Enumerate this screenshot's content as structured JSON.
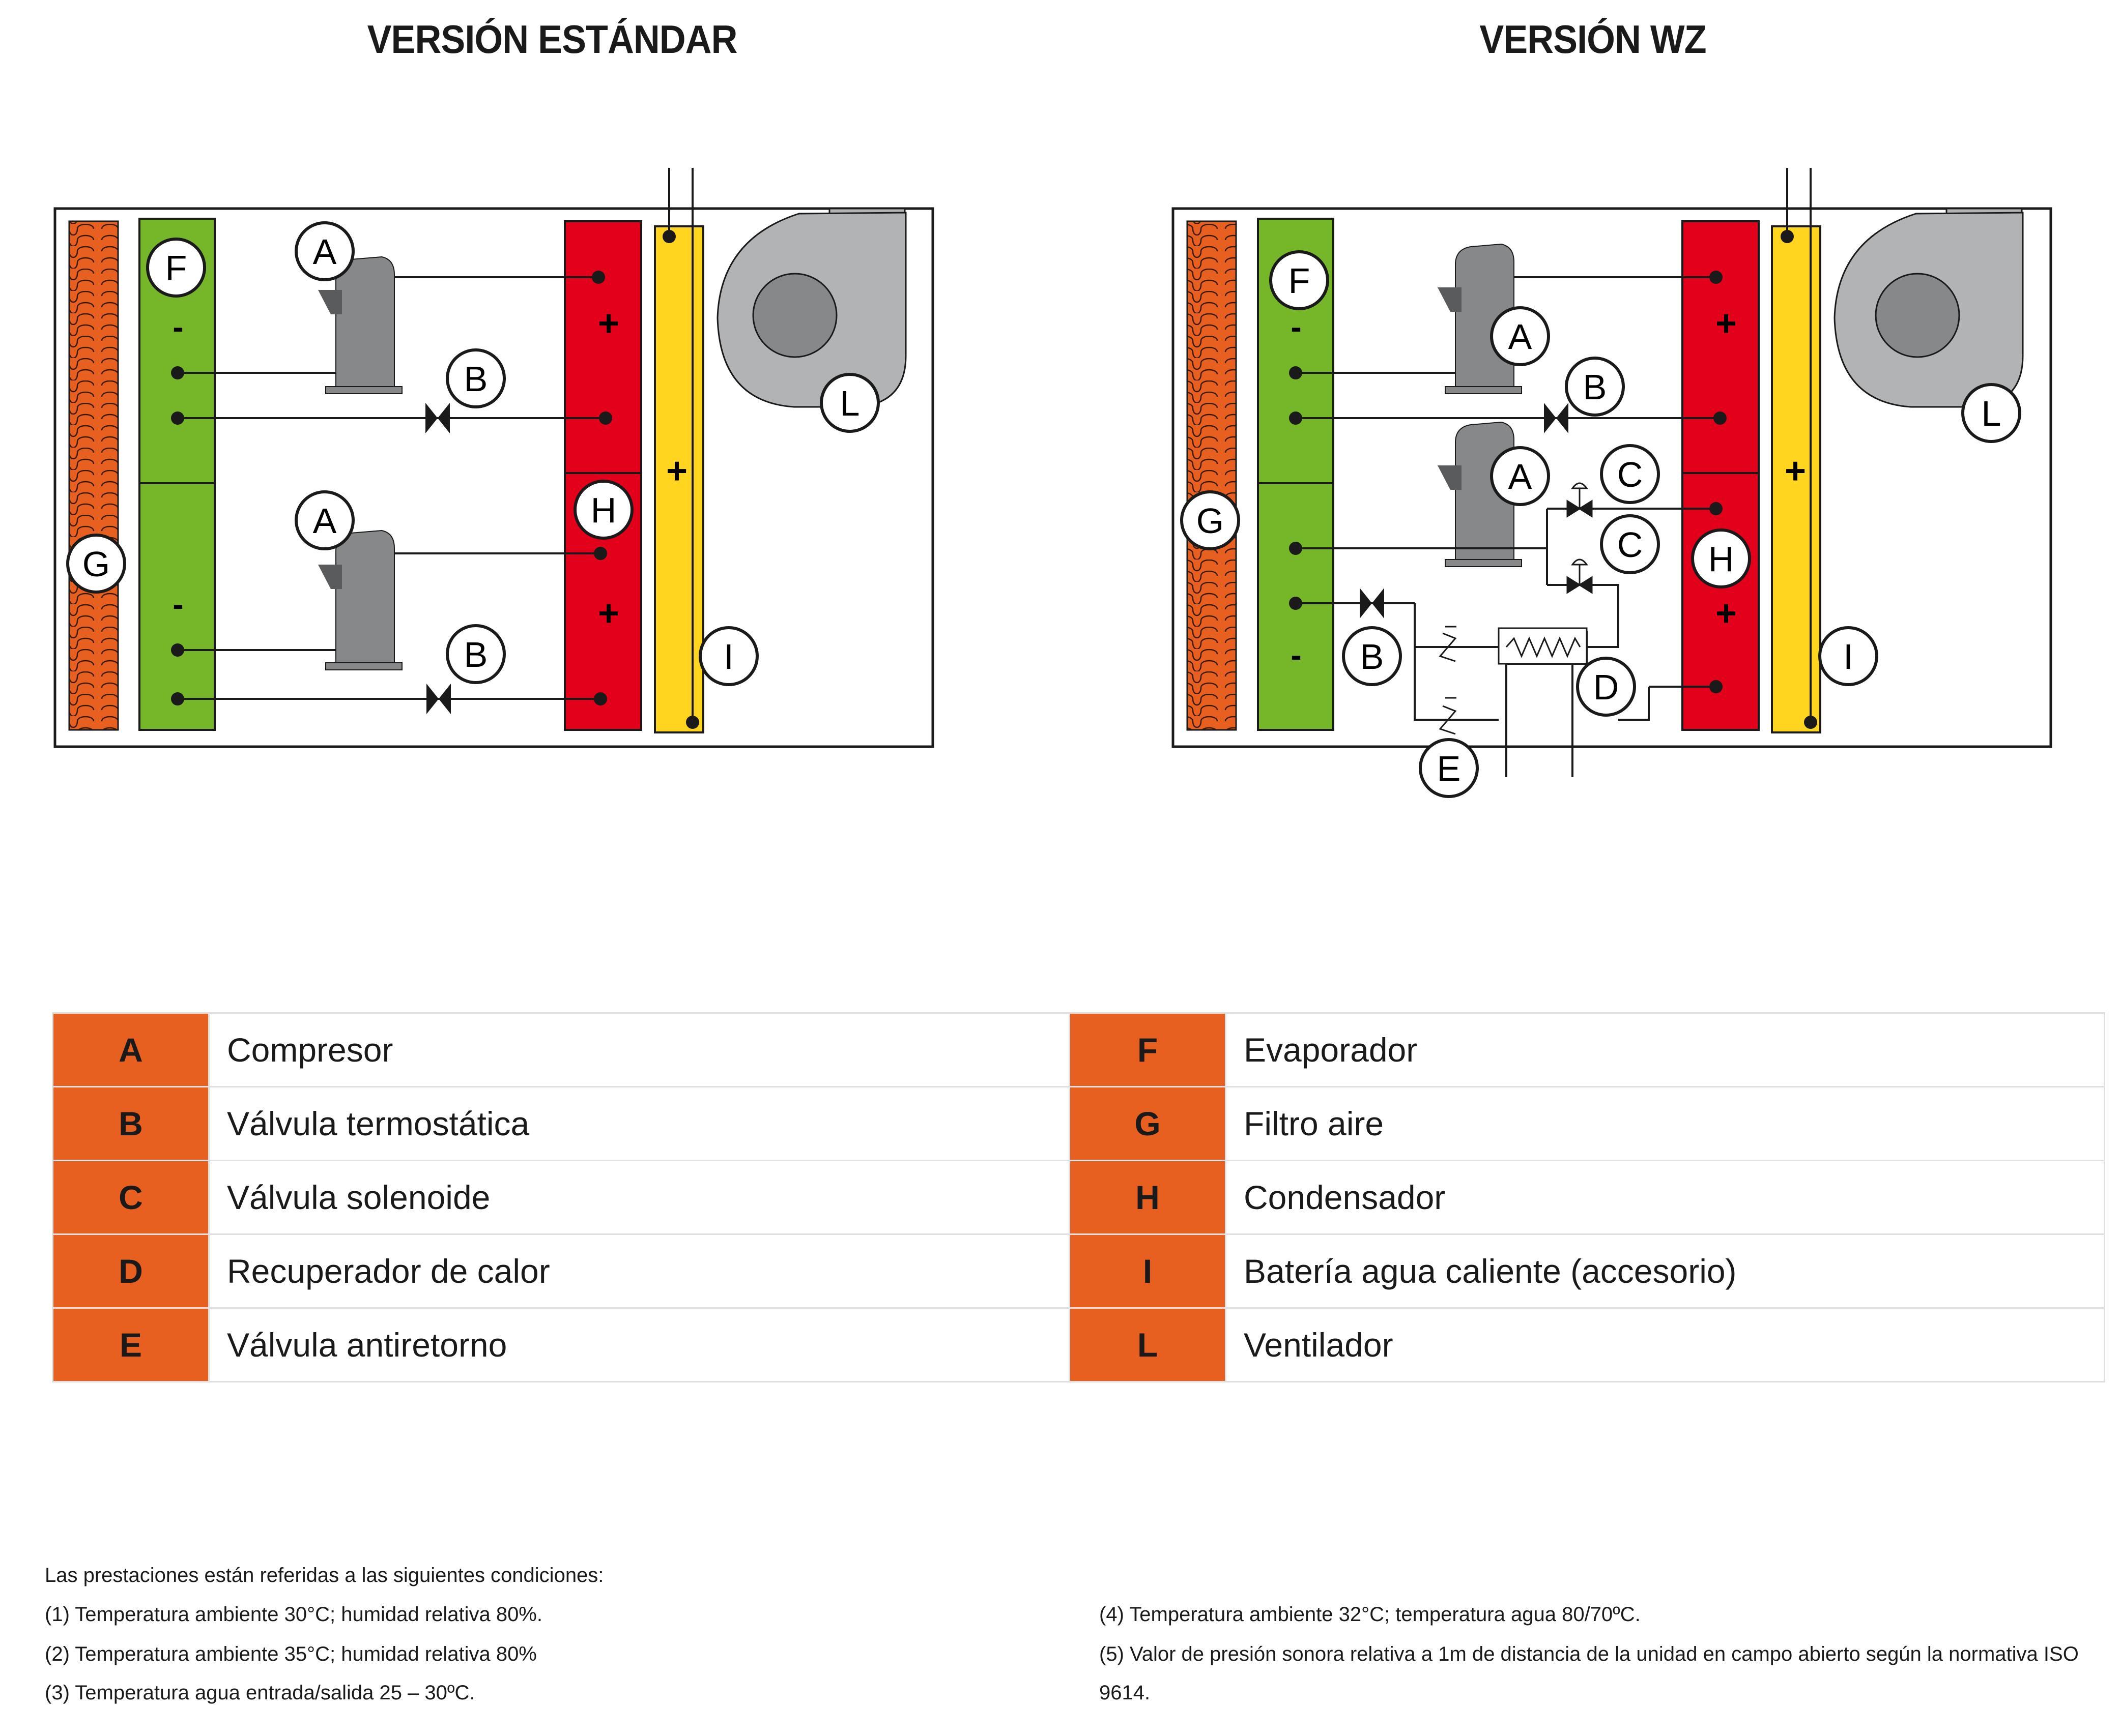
{
  "titles": {
    "standard": "VERSIÓN ESTÁNDAR",
    "wz": "VERSIÓN WZ"
  },
  "diagram_labels": {
    "A": "A",
    "B": "B",
    "C": "C",
    "D": "D",
    "E": "E",
    "F": "F",
    "G": "G",
    "H": "H",
    "I": "I",
    "L": "L",
    "plus": "+",
    "minus": "-"
  },
  "colors": {
    "filter": "#e8601f",
    "evaporator": "#76b72a",
    "condenser": "#e2001a",
    "water_coil": "#ffd51f",
    "fan": "#b1b3b4",
    "compressor": "#87888a",
    "legend_key": "#e8601f"
  },
  "legend": [
    {
      "letter": "A",
      "text": "Compresor"
    },
    {
      "letter": "B",
      "text": "Válvula termostática"
    },
    {
      "letter": "C",
      "text": "Válvula solenoide"
    },
    {
      "letter": "D",
      "text": "Recuperador de calor"
    },
    {
      "letter": "E",
      "text": "Válvula antiretorno"
    },
    {
      "letter": "F",
      "text": "Evaporador"
    },
    {
      "letter": "G",
      "text": "Filtro aire"
    },
    {
      "letter": "H",
      "text": "Condensador"
    },
    {
      "letter": "I",
      "text": "Batería agua caliente (accesorio)"
    },
    {
      "letter": "L",
      "text": "Ventilador"
    }
  ],
  "notes": {
    "intro": "Las prestaciones están referidas  a las  siguientes condiciones:",
    "n1": "(1) Temperatura  ambiente 30°C; humidad relativa 80%.",
    "n2": "(2) Temperatura  ambiente 35°C; humidad relativa 80%",
    "n3": "(3) Temperatura agua entrada/salida 25 – 30ºC.",
    "n4": "(4) Temperatura  ambiente 32°C; temperatura agua 80/70ºC.",
    "n5": "(5) Valor de presión sonora relativa a 1m de distancia de la unidad en campo abierto según la normativa ISO",
    "n5b": "9614."
  }
}
